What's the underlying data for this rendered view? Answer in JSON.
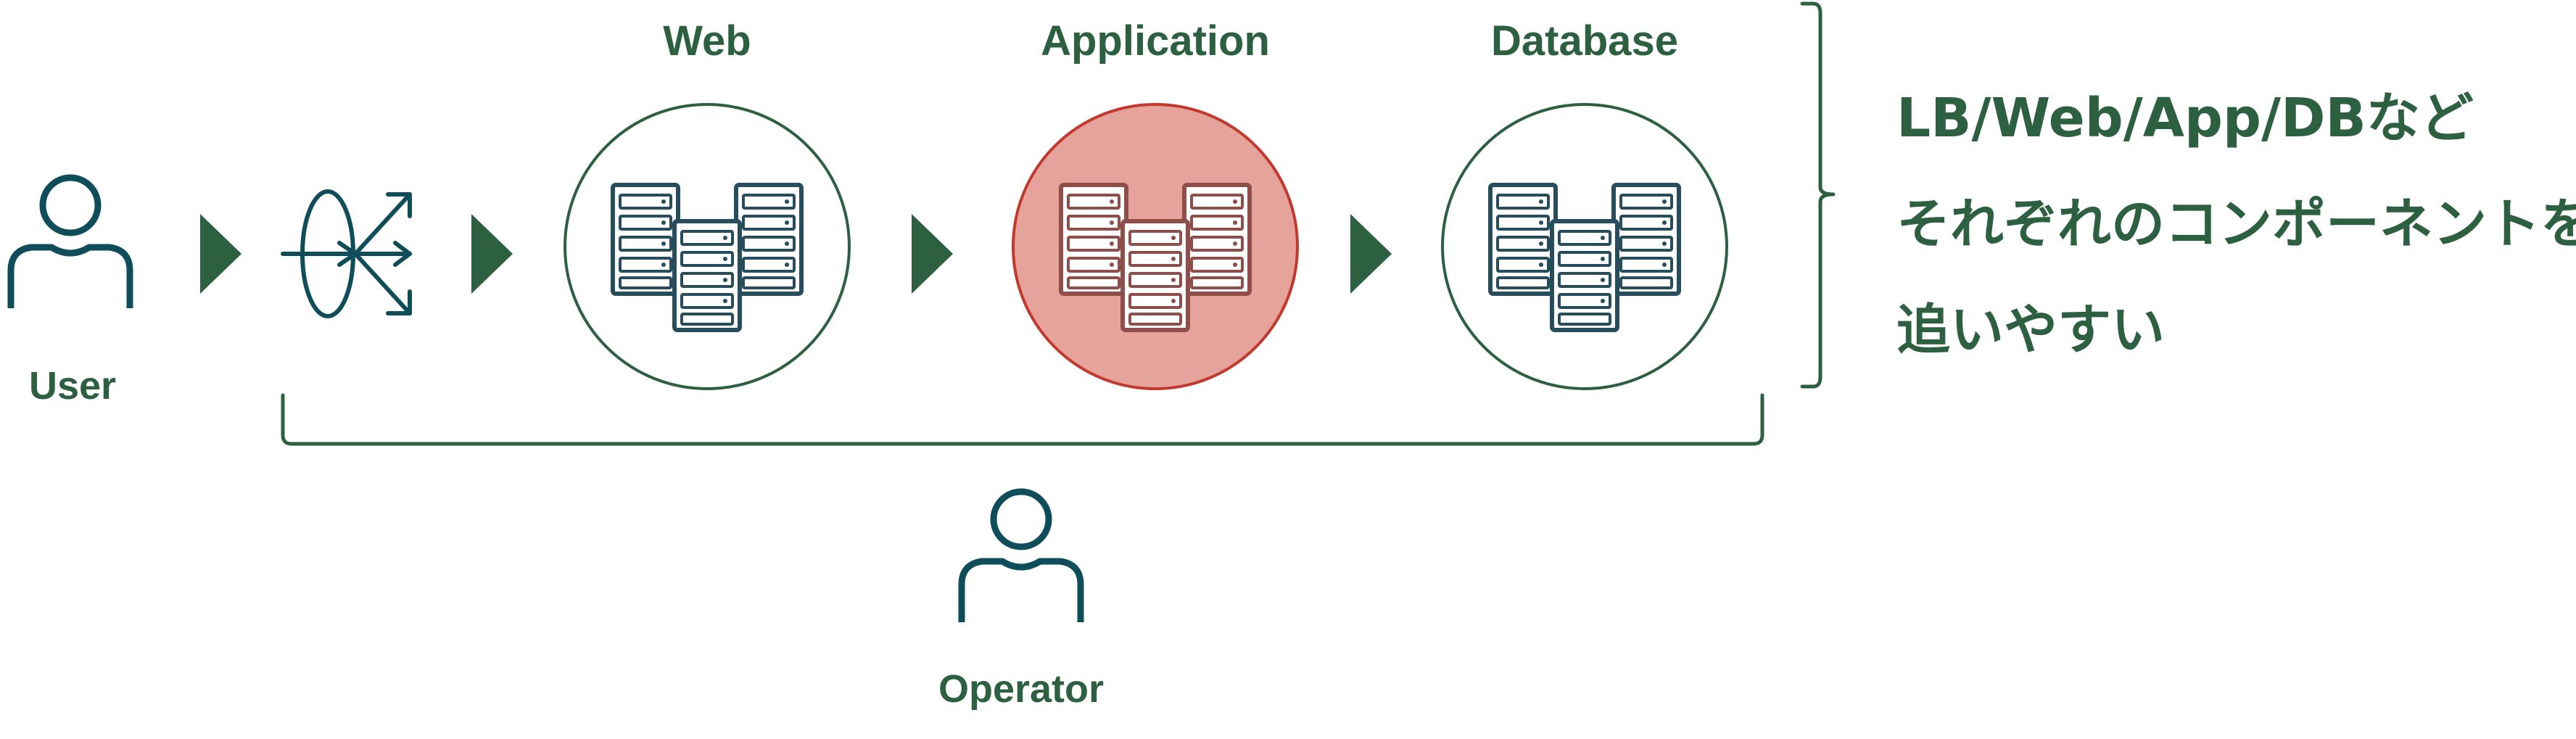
{
  "colors": {
    "accent_green": "#2d6040",
    "icon_teal": "#0f4d5a",
    "server_outline": "#274d5c",
    "highlight_fill": "#e5a39b",
    "highlight_stroke": "#c23a2f",
    "highlighted_server": "#8e4f4a",
    "bracket": "#2d6040"
  },
  "icons": {
    "user": "person-icon",
    "load_balancer": "load-balancer-icon",
    "servers": "server-rack-icon",
    "arrows": "play-triangle-icon",
    "operator": "person-icon"
  },
  "flow": {
    "user_label": "User",
    "tiers": [
      {
        "label": "Web",
        "highlighted": false
      },
      {
        "label": "Application",
        "highlighted": true
      },
      {
        "label": "Database",
        "highlighted": false
      }
    ]
  },
  "operator": {
    "label": "Operator"
  },
  "note": {
    "lines": [
      "LB/Web/App/DBなど",
      "それぞれのコンポーネントを",
      "追いやすい"
    ]
  }
}
